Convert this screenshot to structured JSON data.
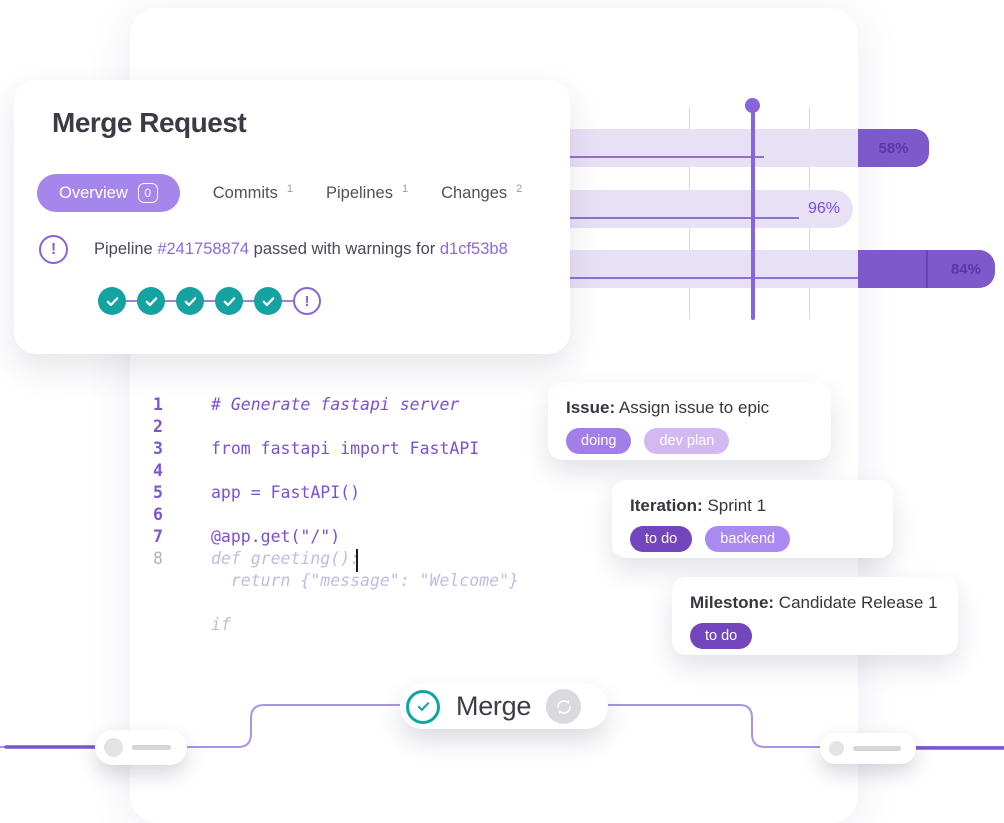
{
  "merge_request_card": {
    "title": "Merge Request",
    "tabs": [
      {
        "label": "Overview",
        "count": "0",
        "active": true
      },
      {
        "label": "Commits",
        "count": "1",
        "active": false
      },
      {
        "label": "Pipelines",
        "count": "1",
        "active": false
      },
      {
        "label": "Changes",
        "count": "2",
        "active": false
      }
    ],
    "pipeline_status": {
      "prefix": "Pipeline",
      "pipeline_id": "#241758874",
      "middle": "passed with warnings for",
      "commit_sha": "d1cf53b8",
      "warning_glyph": "!"
    },
    "stages": {
      "passed_count": 5,
      "warning_count": 1,
      "warning_glyph": "!"
    }
  },
  "gantt": {
    "type": "gantt-progress-bars",
    "bars": [
      {
        "row": 1,
        "progress_label": "58%"
      },
      {
        "row": 2,
        "progress_label": "96%"
      },
      {
        "row": 3,
        "progress_label": "84%"
      }
    ],
    "colors": {
      "bar_light": "#e8e1f6",
      "bar_dark": "#7d59c9",
      "timeline": "#8a64dd"
    }
  },
  "code_editor": {
    "lines": [
      {
        "num": "1",
        "text": "# Generate fastapi server"
      },
      {
        "num": "2",
        "text": ""
      },
      {
        "num": "3",
        "text": "from fastapi import FastAPI"
      },
      {
        "num": "4",
        "text": ""
      },
      {
        "num": "5",
        "text": "app = FastAPI()"
      },
      {
        "num": "6",
        "text": ""
      },
      {
        "num": "7",
        "text": "@app.get(\"/\")"
      },
      {
        "num": "8",
        "text": "def greeting():"
      },
      {
        "num": "",
        "text": "  return {\"message\": \"Welcome\"}"
      },
      {
        "num": "",
        "text": ""
      },
      {
        "num": "",
        "text": "if"
      }
    ]
  },
  "issue_cards": [
    {
      "label": "Issue:",
      "title": " Assign issue to epic",
      "badges": [
        {
          "text": "doing",
          "color": "#a27fe8"
        },
        {
          "text": "dev plan",
          "color": "#d2b9f2"
        }
      ]
    },
    {
      "label": "Iteration:",
      "title": " Sprint 1",
      "badges": [
        {
          "text": "to do",
          "color": "#7446bd"
        },
        {
          "text": "backend",
          "color": "#aa8af0"
        }
      ]
    },
    {
      "label": "Milestone:",
      "title": " Candidate Release 1",
      "badges": [
        {
          "text": "to do",
          "color": "#7446bd"
        }
      ]
    }
  ],
  "merge_bar": {
    "label": "Merge"
  },
  "colors": {
    "accent_purple": "#8a64dd",
    "teal": "#14a3a0",
    "link": "#8b68dd"
  }
}
